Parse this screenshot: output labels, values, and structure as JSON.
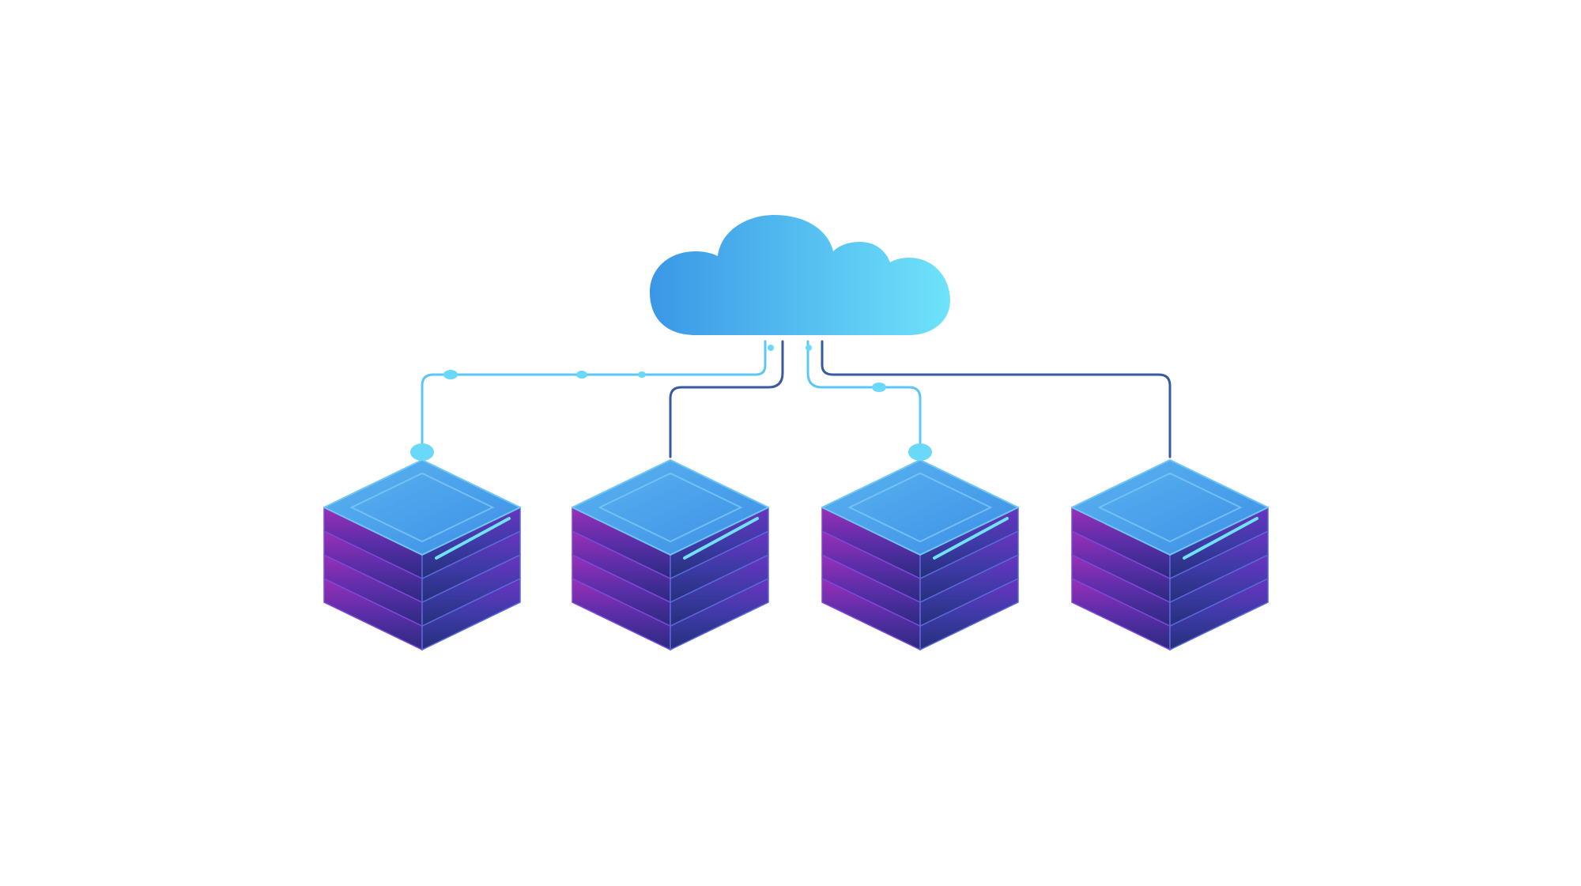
{
  "diagram": {
    "type": "cloud-to-servers",
    "text_labels": [],
    "cloud": {
      "icon": "cloud-icon"
    },
    "servers": [
      {
        "icon": "server-stack-icon",
        "layers": 4,
        "connector_node": true
      },
      {
        "icon": "server-stack-icon",
        "layers": 4,
        "connector_node": false
      },
      {
        "icon": "server-stack-icon",
        "layers": 4,
        "connector_node": true
      },
      {
        "icon": "server-stack-icon",
        "layers": 4,
        "connector_node": false
      }
    ],
    "colors": {
      "background": "#ffffff",
      "cloud_start": "#3a97e6",
      "cloud_end": "#6ee3fa",
      "server_top": "#3d9be8",
      "server_top_light": "#5ab4f0",
      "server_side_top": "#8a2bb5",
      "server_side_bottom": "#2b2a8a",
      "line_light": "#5cc7f2",
      "line_dark": "#3a5aa0",
      "node": "#6ad8f8"
    }
  }
}
